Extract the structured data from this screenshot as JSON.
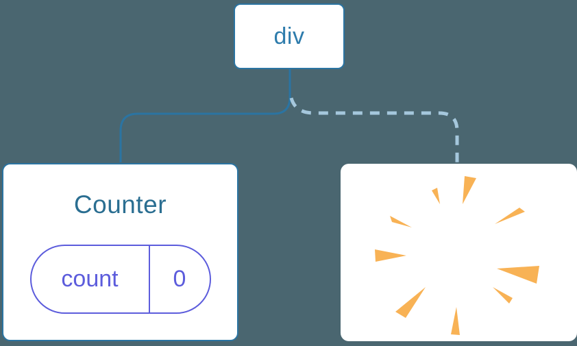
{
  "colors": {
    "bg": "#4A6670",
    "line": "#2B74A2",
    "dash": "#A5C7DC",
    "div-text": "#2E7CAC",
    "counter-text": "#2A6E91",
    "purple": "#5C5CDC",
    "orange": "#F8B255",
    "card": "#FFFFFF"
  },
  "tree": {
    "root": {
      "label": "div"
    },
    "counter": {
      "title": "Counter",
      "state": {
        "key": "count",
        "value": "0"
      }
    },
    "removed": {
      "icon": "poof-starburst-icon"
    },
    "edges": [
      {
        "from": "div",
        "to": "Counter",
        "style": "solid"
      },
      {
        "from": "div",
        "to": "removed-node",
        "style": "dashed"
      }
    ]
  },
  "poof": {
    "rays": [
      "178,59 181,18 198,21",
      "145,59 133,39 141,35",
      "104,93 72,76 75,85",
      "225,88 261,64 269,70",
      "96,134 50,125 51,143",
      "228,153 290,149 286,175",
      "124,180 80,216 95,225",
      "222,180 246,204 251,196",
      "169,209 161,249 174,250"
    ]
  }
}
